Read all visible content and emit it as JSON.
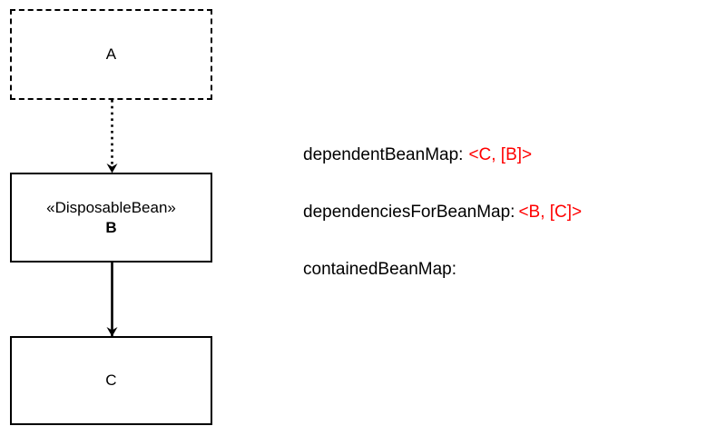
{
  "diagram": {
    "type": "uml-class-dependency",
    "nodes": [
      {
        "id": "A",
        "label": "A",
        "stereotype": "",
        "border": "dashed",
        "bold_name": false
      },
      {
        "id": "B",
        "label": "B",
        "stereotype": "«DisposableBean»",
        "border": "solid",
        "bold_name": true
      },
      {
        "id": "C",
        "label": "C",
        "stereotype": "",
        "border": "solid",
        "bold_name": false
      }
    ],
    "edges": [
      {
        "from": "A",
        "to": "B",
        "style": "dotted",
        "arrowhead": "open-v",
        "label": ""
      },
      {
        "from": "B",
        "to": "C",
        "style": "solid",
        "arrowhead": "open-v",
        "label": ""
      }
    ]
  },
  "annotations": {
    "rows": [
      {
        "key": "dependentBeanMap:",
        "value": "<C, [B]>"
      },
      {
        "key": "dependenciesForBeanMap:",
        "value": "<B, [C]>"
      },
      {
        "key": "containedBeanMap:",
        "value": ""
      }
    ]
  },
  "colors": {
    "stroke": "#000000",
    "background": "#ffffff",
    "value_red": "#ff0000"
  }
}
